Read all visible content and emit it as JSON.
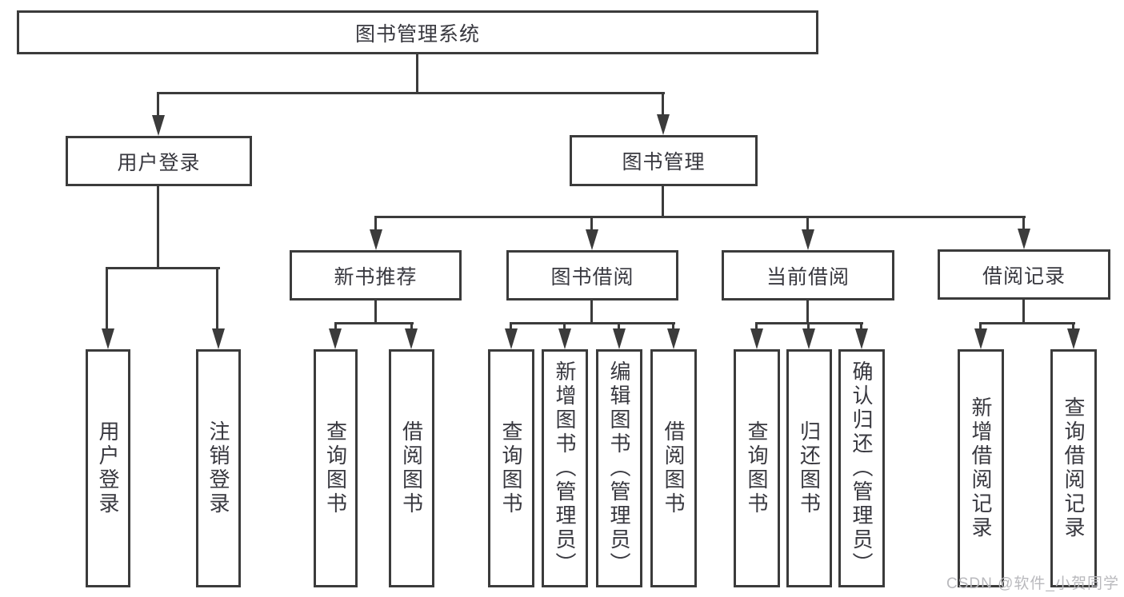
{
  "root": {
    "label": "图书管理系统"
  },
  "level2": [
    {
      "id": "user-login",
      "label": "用户登录"
    },
    {
      "id": "book-management",
      "label": "图书管理"
    }
  ],
  "level3": [
    {
      "id": "new-book-recommend",
      "label": "新书推荐"
    },
    {
      "id": "book-borrowing",
      "label": "图书借阅"
    },
    {
      "id": "current-borrowing",
      "label": "当前借阅"
    },
    {
      "id": "borrowing-records",
      "label": "借阅记录"
    }
  ],
  "leaves": {
    "user_login": [
      "用户登录",
      "注销登录"
    ],
    "new_book_recommend": [
      "查询图书",
      "借阅图书"
    ],
    "book_borrowing": [
      "查询图书",
      "新增图书（管理员）",
      "编辑图书（管理员）",
      "借阅图书"
    ],
    "current_borrowing": [
      "查询图书",
      "归还图书",
      "确认归还（管理员）"
    ],
    "borrowing_records": [
      "新增借阅记录",
      "查询借阅记录"
    ]
  },
  "watermark": "CSDN @软件_小贺同学",
  "colors": {
    "line": "#3b3b3b",
    "text": "#38383f",
    "watermark": "#b9b9bd",
    "background": "#ffffff"
  }
}
